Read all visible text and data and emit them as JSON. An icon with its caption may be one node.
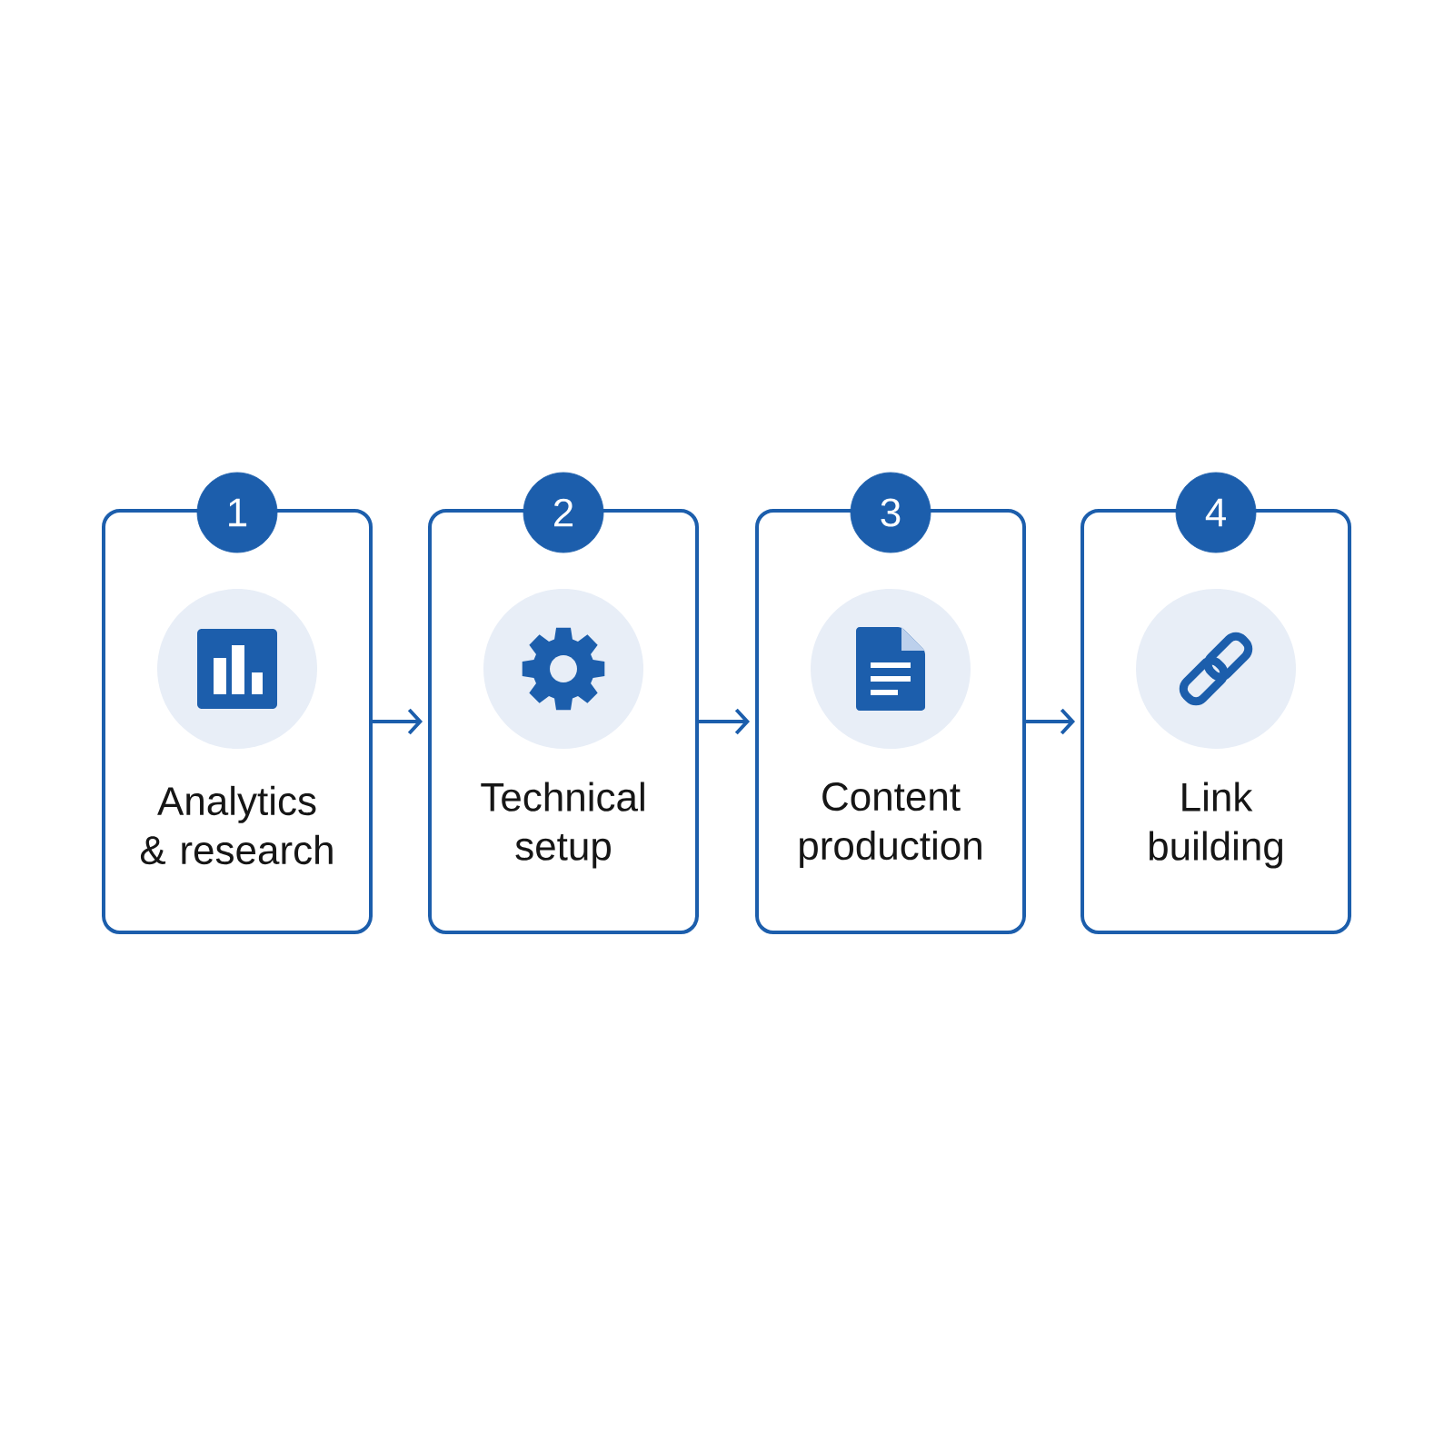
{
  "diagram": {
    "nodes": [
      {
        "text": [
          "1",
          "Analytics & research"
        ]
      },
      {
        "text": [
          "2",
          "Technical setup"
        ]
      },
      {
        "text": [
          "3",
          "Content production"
        ]
      },
      {
        "text": [
          "4",
          "Link building"
        ]
      }
    ],
    "edges": [
      {
        "from": 0,
        "to": 1,
        "arrow": "to"
      },
      {
        "from": 1,
        "to": 2,
        "arrow": "to"
      },
      {
        "from": 2,
        "to": 3,
        "arrow": "to"
      }
    ]
  }
}
